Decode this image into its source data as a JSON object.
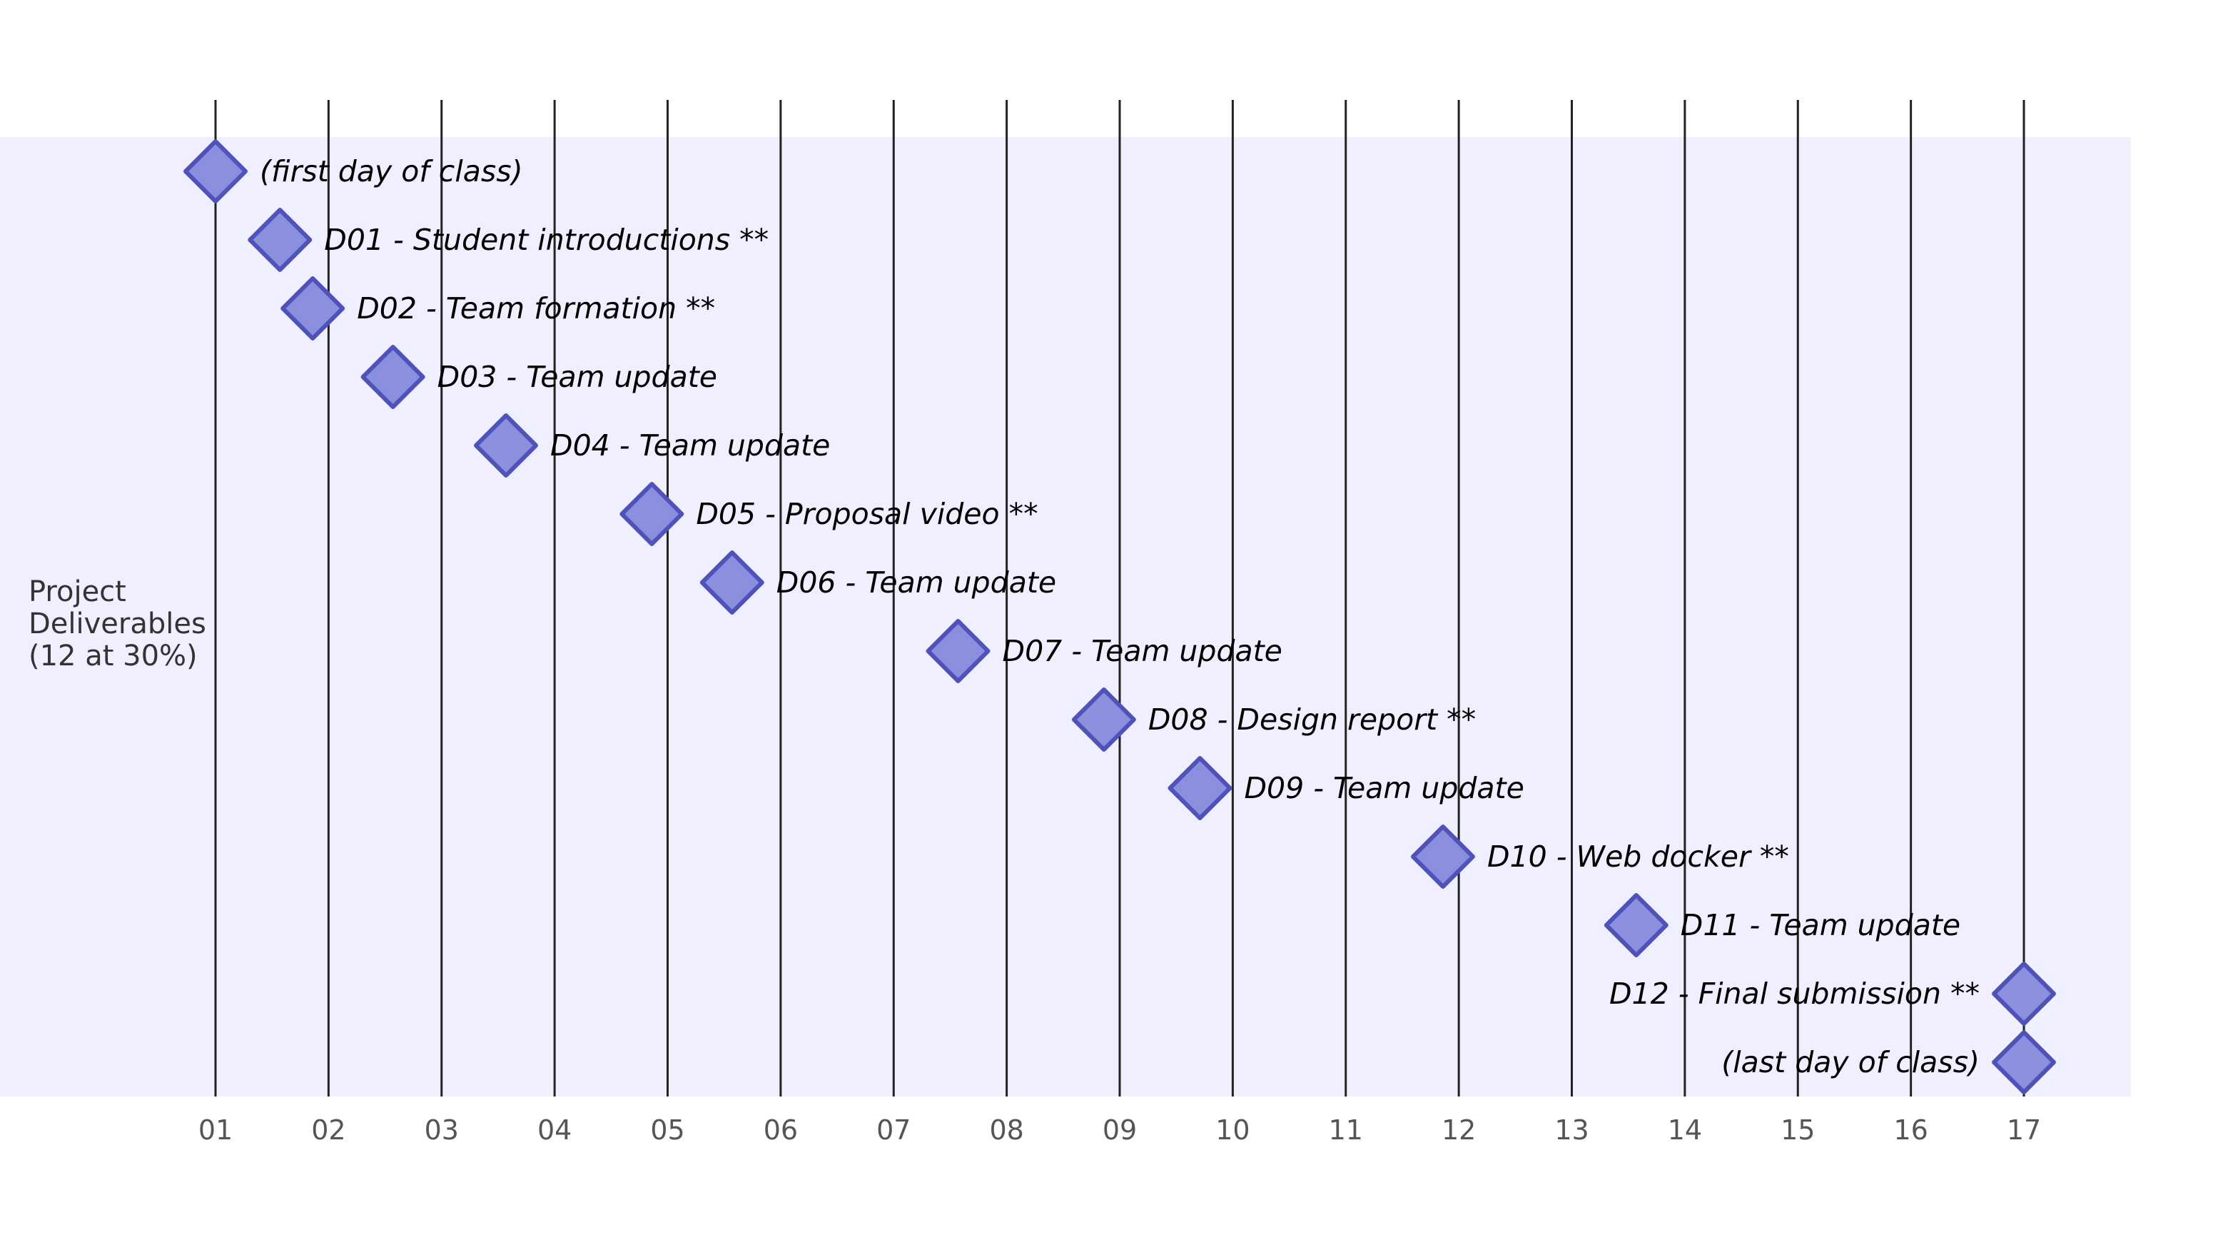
{
  "chart_data": {
    "type": "gantt-milestones",
    "section": {
      "label_lines": [
        "Project",
        "Deliverables",
        "(12 at 30%)"
      ]
    },
    "x_ticks": [
      "01",
      "02",
      "03",
      "04",
      "05",
      "06",
      "07",
      "08",
      "09",
      "10",
      "11",
      "12",
      "13",
      "14",
      "15",
      "16",
      "17"
    ],
    "x_range": [
      0.0,
      17.95
    ],
    "milestones": [
      {
        "label": "(first day of class)",
        "x": 1.0,
        "label_side": "right"
      },
      {
        "label": "D01 - Student introductions **",
        "x": 1.57,
        "label_side": "right"
      },
      {
        "label": "D02 - Team formation **",
        "x": 1.86,
        "label_side": "right"
      },
      {
        "label": "D03 - Team update",
        "x": 2.57,
        "label_side": "right"
      },
      {
        "label": "D04 - Team update",
        "x": 3.57,
        "label_side": "right"
      },
      {
        "label": "D05 - Proposal video **",
        "x": 4.86,
        "label_side": "right"
      },
      {
        "label": "D06 - Team update",
        "x": 5.57,
        "label_side": "right"
      },
      {
        "label": "D07 - Team update",
        "x": 7.57,
        "label_side": "right"
      },
      {
        "label": "D08 - Design report **",
        "x": 8.86,
        "label_side": "right"
      },
      {
        "label": "D09 - Team update",
        "x": 9.71,
        "label_side": "right"
      },
      {
        "label": "D10 - Web docker **",
        "x": 11.86,
        "label_side": "right"
      },
      {
        "label": "D11 - Team update",
        "x": 13.57,
        "label_side": "right"
      },
      {
        "label": "D12 - Final submission **",
        "x": 17.0,
        "label_side": "left"
      },
      {
        "label": "(last day of class)",
        "x": 17.0,
        "label_side": "left"
      }
    ],
    "colors": {
      "section_band": "#efefff",
      "grid_line": "#222222",
      "milestone_fill": "#8a90dd",
      "milestone_stroke": "#4f52b8"
    },
    "grid": true
  }
}
